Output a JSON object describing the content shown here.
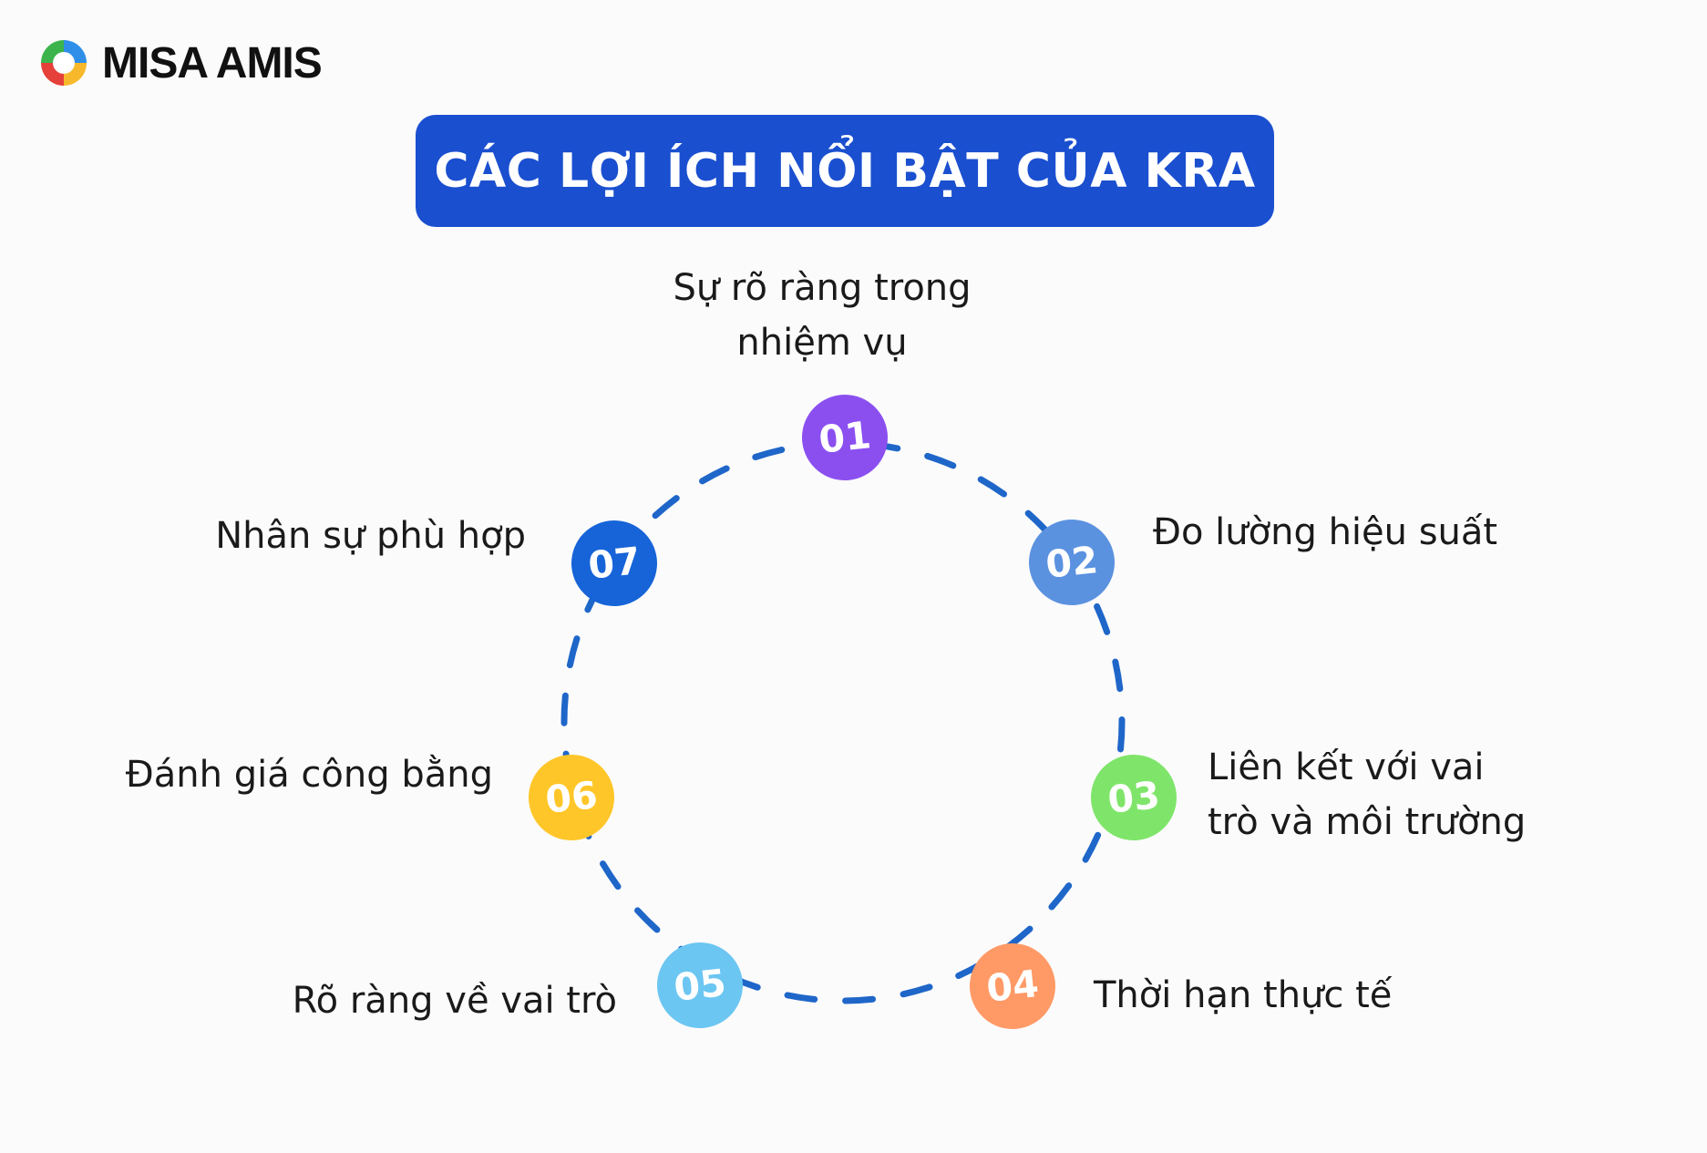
{
  "brand": {
    "name": "MISA AMIS"
  },
  "banner": {
    "title": "CÁC LỢI ÍCH NỔI BẬT CỦA KRA"
  },
  "colors": {
    "banner_bg": "#1a4fcf",
    "ring_dash": "#1f66c9",
    "node_01": "#8b4ff0",
    "node_02": "#5b92e0",
    "node_03": "#7fe56a",
    "node_04": "#ff9a66",
    "node_05": "#6cc6f2",
    "node_06": "#ffc629",
    "node_07": "#1664d8"
  },
  "items": [
    {
      "number": "01",
      "label_lines": [
        "Sự rõ ràng trong",
        "nhiệm vụ"
      ]
    },
    {
      "number": "02",
      "label_lines": [
        "Đo lường hiệu suất"
      ]
    },
    {
      "number": "03",
      "label_lines": [
        "Liên kết với vai",
        "trò và môi trường"
      ]
    },
    {
      "number": "04",
      "label_lines": [
        "Thời hạn thực tế"
      ]
    },
    {
      "number": "05",
      "label_lines": [
        "Rõ ràng về vai trò"
      ]
    },
    {
      "number": "06",
      "label_lines": [
        "Đánh giá công bằng"
      ]
    },
    {
      "number": "07",
      "label_lines": [
        "Nhân sự phù hợp"
      ]
    }
  ]
}
